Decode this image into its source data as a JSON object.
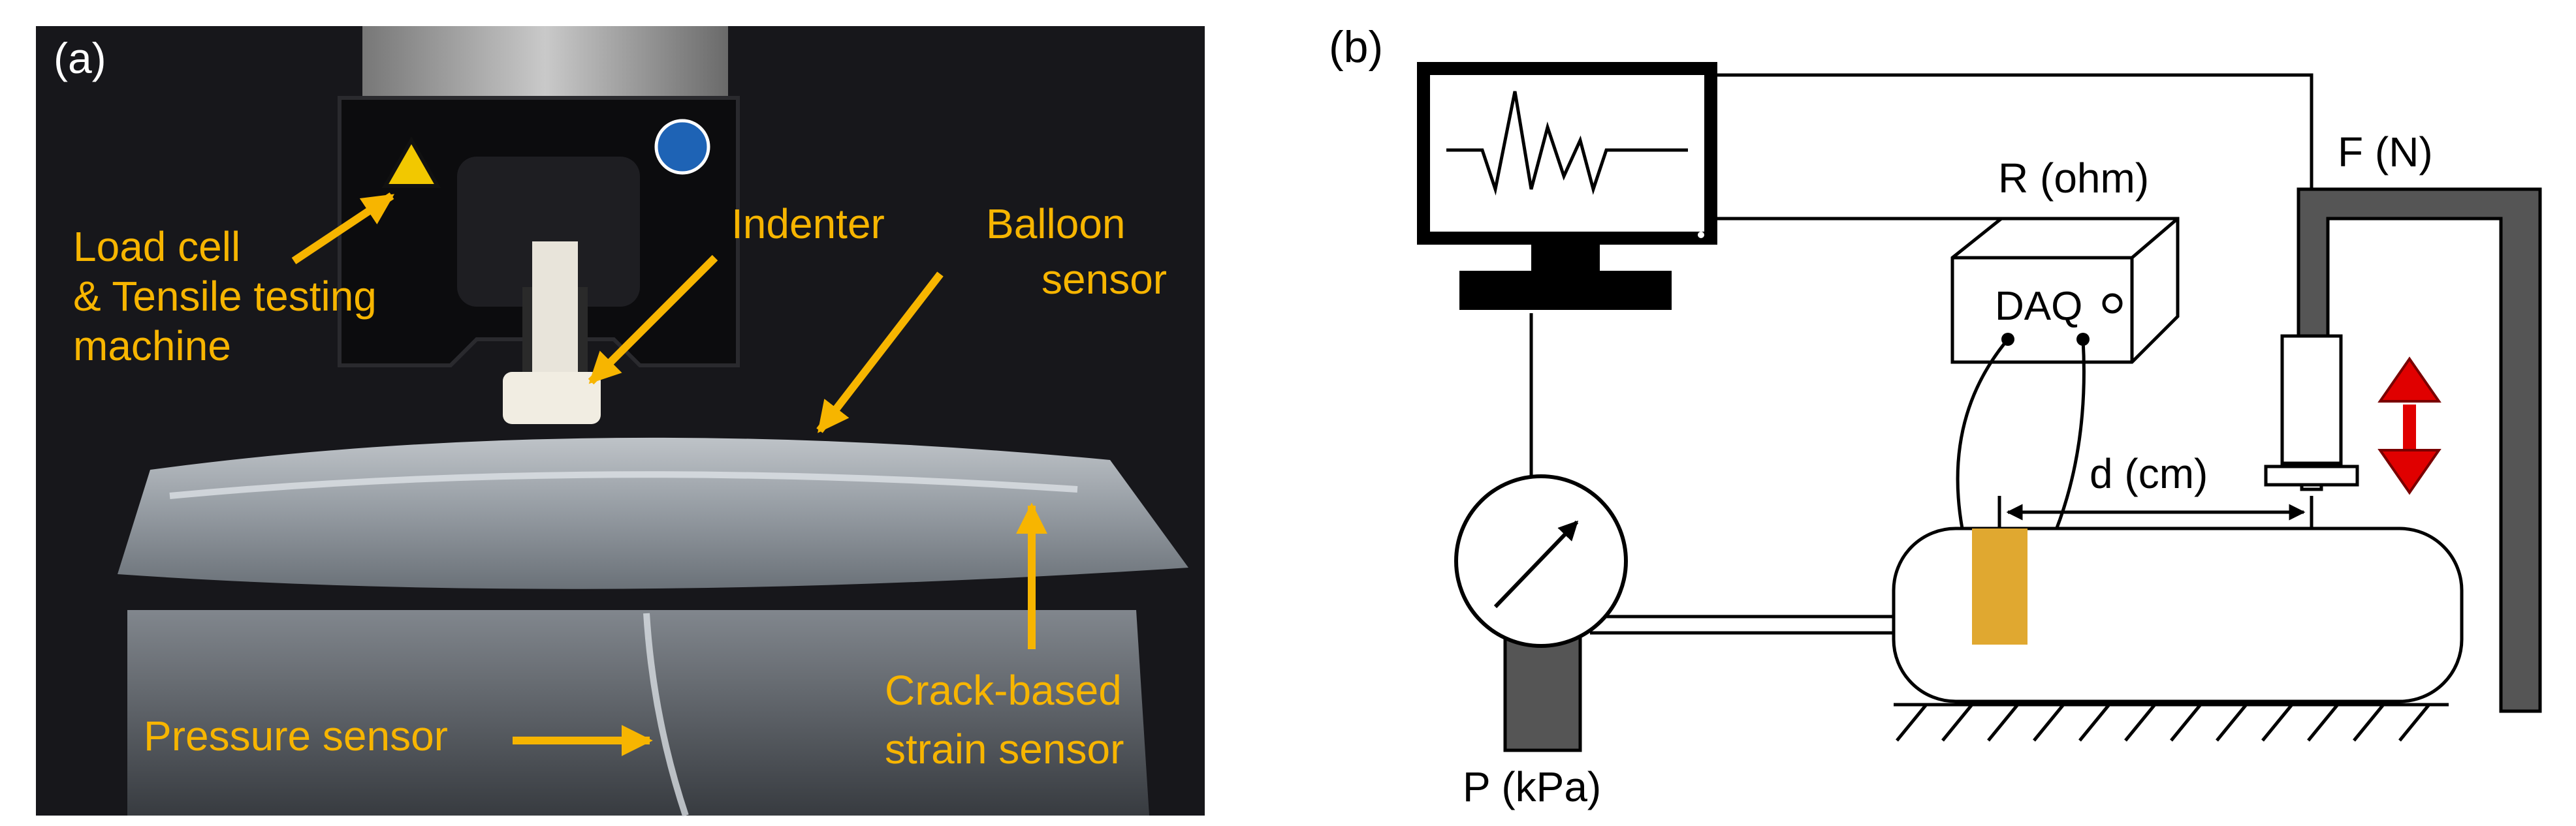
{
  "panel_a": {
    "label": "(a)",
    "labels": {
      "load_cell_1": "Load cell",
      "load_cell_2": "& Tensile testing",
      "load_cell_3": "machine",
      "indenter": "Indenter",
      "balloon_1": "Balloon",
      "balloon_2": "sensor",
      "crack_1": "Crack-based",
      "crack_2": "strain sensor",
      "pressure": "Pressure sensor"
    },
    "colors": {
      "annotation": "#F7B500",
      "background": "#16161a",
      "machine": "#0b0b0d",
      "warning_sign": "#F2C800",
      "mandatory_sign": "#1E63B5"
    }
  },
  "panel_b": {
    "label": "(b)",
    "labels": {
      "resistance": "R (ohm)",
      "force": "F (N)",
      "daq": "DAQ",
      "distance": "d (cm)",
      "pressure": "P (kPa)"
    },
    "colors": {
      "strain_sensor": "#E0A830",
      "motion_arrow": "#E00000",
      "structure": "#555555",
      "line": "#000000"
    }
  }
}
